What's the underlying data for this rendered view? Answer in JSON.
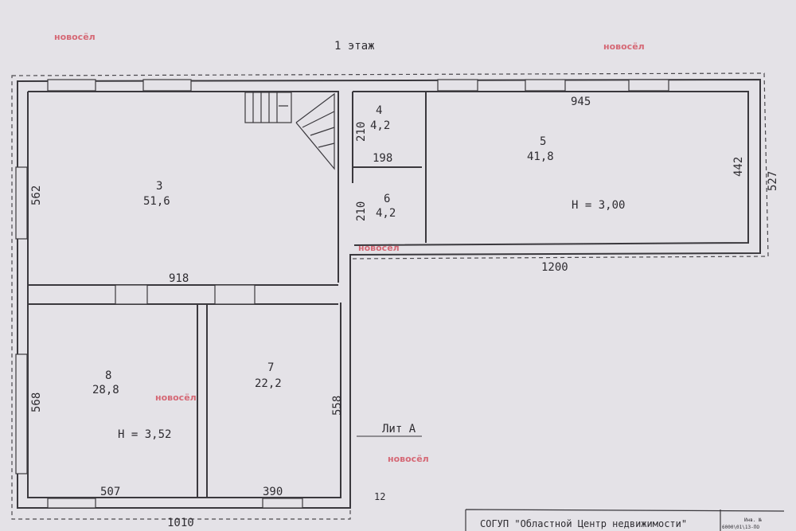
{
  "title": "1 этаж",
  "watermark": "новосёл",
  "rooms": [
    {
      "num": "3",
      "area": "51,6"
    },
    {
      "num": "4",
      "area": "4,2"
    },
    {
      "num": "5",
      "area": "41,8"
    },
    {
      "num": "6",
      "area": "4,2"
    },
    {
      "num": "7",
      "area": "22,2"
    },
    {
      "num": "8",
      "area": "28,8"
    }
  ],
  "heights": [
    "H = 3,00",
    "H = 3,52"
  ],
  "dimensions": {
    "d945": "945",
    "d527": "527",
    "d442": "442",
    "d1200": "1200",
    "d562": "562",
    "d918": "918",
    "d210a": "210",
    "d210b": "210",
    "d198": "198",
    "d568": "568",
    "d558": "558",
    "d507": "507",
    "d390": "390",
    "d1010": "1010"
  },
  "lit": "Лит А",
  "mark12": "12",
  "stamp": {
    "org": "СОГУП \"Областной Центр недвижимости\"",
    "inv_label": "Инв. №",
    "inv_num": "6000\\01\\13-ПО"
  }
}
